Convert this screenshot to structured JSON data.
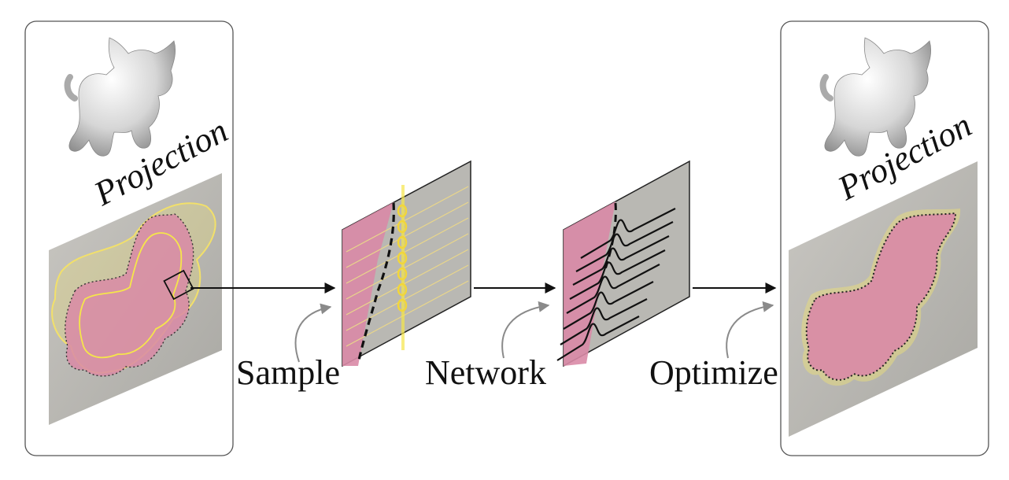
{
  "panels": {
    "left": {
      "label": "Projection"
    },
    "right": {
      "label": "Projection"
    }
  },
  "steps": [
    {
      "label": "Sample"
    },
    {
      "label": "Network"
    },
    {
      "label": "Optimize"
    }
  ],
  "colors": {
    "object_pink": "#d98aa6",
    "plane_gray": "#b9b8b3",
    "contour_yellow": "#f2e06a",
    "arrow_black": "#111111",
    "arrow_gray": "#8a8a8a",
    "panel_border": "#555555"
  }
}
